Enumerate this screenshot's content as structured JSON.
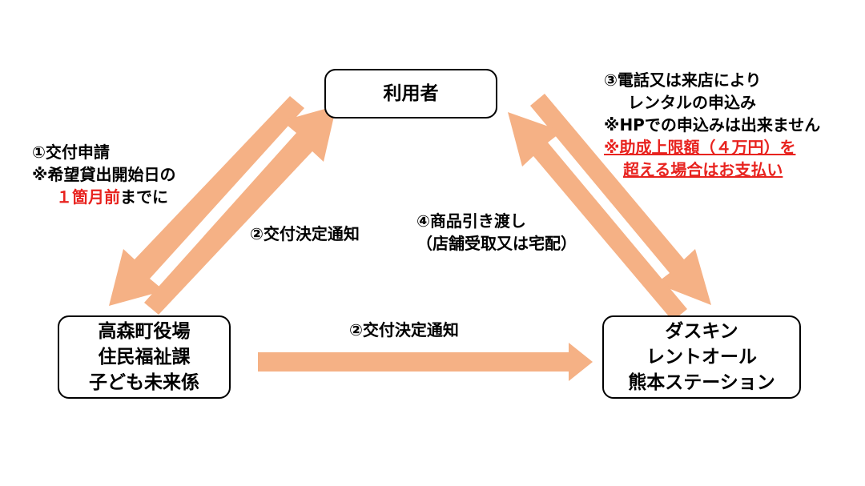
{
  "nodes": {
    "user": {
      "label": "利用者"
    },
    "office": {
      "lines": [
        "高森町役場",
        "住民福祉課",
        "子ども未来係"
      ]
    },
    "shop": {
      "lines": [
        "ダスキン",
        "レントオール",
        "熊本ステーション"
      ]
    }
  },
  "notes": {
    "application": {
      "line1": "①交付申請",
      "line2": "※希望貸出開始日の",
      "line3_red": "１箇月前",
      "line3_rest": "までに"
    },
    "decision_to_user": "②交付決定通知",
    "decision_to_shop": "②交付決定通知",
    "delivery": {
      "line1": "④商品引き渡し",
      "line2": "（店舗受取又は宅配）"
    },
    "rental": {
      "line1": "③電話又は来店により",
      "line2": "レンタルの申込み",
      "line3": "※HPでの申込みは出来ません",
      "line4_red": "※助成上限額（４万円）を",
      "line5_red": "超える場合はお支払い"
    }
  },
  "colors": {
    "arrow": "#f5b185",
    "border": "#000000",
    "highlight": "#e8231f"
  }
}
